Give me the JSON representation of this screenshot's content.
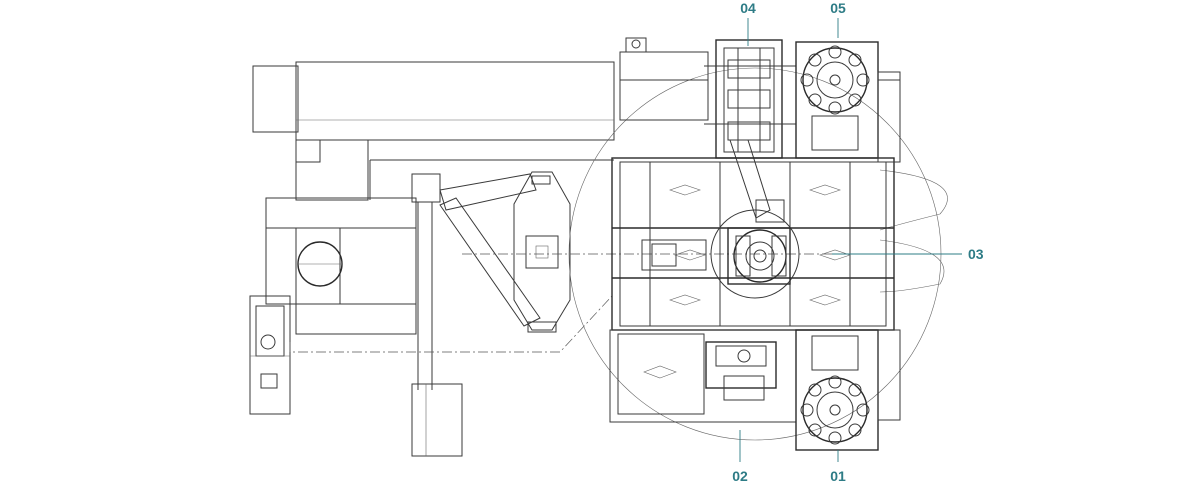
{
  "diagram": {
    "labels": {
      "l01": "01",
      "l02": "02",
      "l03": "03",
      "l04": "04",
      "l05": "05"
    },
    "colors": {
      "label": "#2e7c86",
      "line": "#3a3a3a",
      "background": "#ffffff"
    }
  }
}
